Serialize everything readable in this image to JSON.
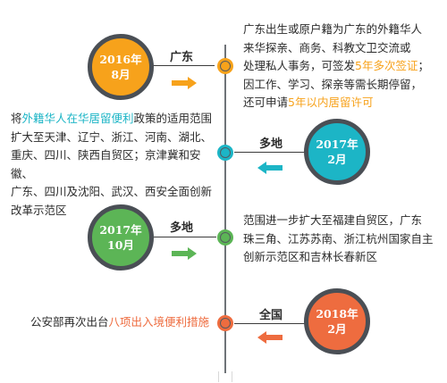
{
  "events": [
    {
      "date_year": "2016年",
      "date_month": "8月",
      "region": "广东",
      "color": "#f7a21b",
      "desc_lines": [
        [
          "广东出生或原户籍为广东的外籍华人"
        ],
        [
          "来华探亲、商务、科教文卫交流或"
        ],
        [
          "处理私人事务，可签发",
          "5年多次签证",
          "；"
        ],
        [
          "因工作、学习、探亲等需长期停留，"
        ],
        [
          "还可申请",
          "5年以内居留许可"
        ]
      ]
    },
    {
      "date_year": "2017年",
      "date_month": "2月",
      "region": "多地",
      "color": "#1cb5c6",
      "desc_lines": [
        [
          "将",
          "外籍华人在华居留便利",
          "政策的适用范围"
        ],
        [
          "扩大至天津、辽宁、浙江、河南、湖北、"
        ],
        [
          "重庆、四川、陕西自贸区；京津冀和安徽、"
        ],
        [
          "广东、四川及沈阳、武汉、西安全面创新"
        ],
        [
          "改革示范区"
        ]
      ]
    },
    {
      "date_year": "2017年",
      "date_month": "10月",
      "region": "多地",
      "color": "#5cb556",
      "desc_lines": [
        [
          "范围进一步扩大至福建自贸区，广东"
        ],
        [
          "珠三角、江苏苏南、浙江杭州国家自主"
        ],
        [
          "创新示范区和吉林长春新区"
        ]
      ]
    },
    {
      "date_year": "2018年",
      "date_month": "2月",
      "region": "全国",
      "color": "#ee6c3f",
      "desc_lines": [
        [
          "公安部再次出台",
          "八项出入境便利措施"
        ]
      ]
    }
  ]
}
